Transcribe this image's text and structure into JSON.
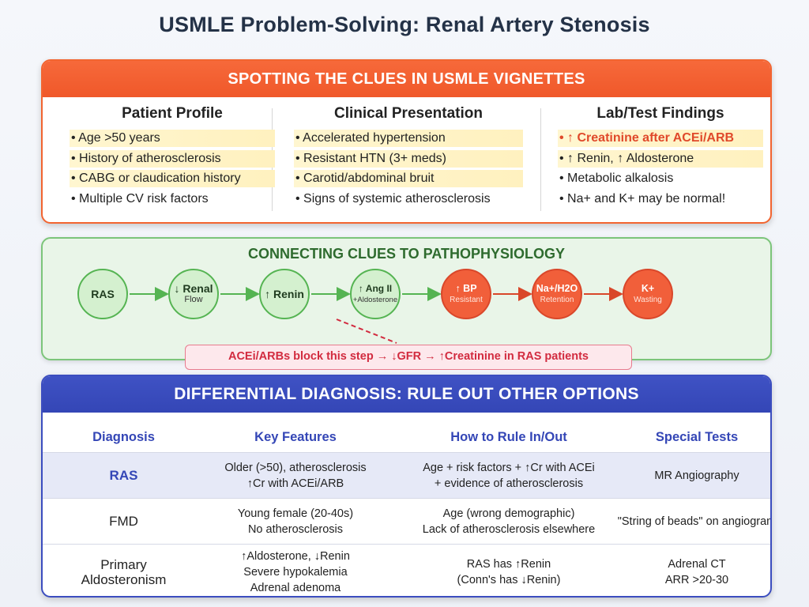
{
  "title": "USMLE Problem-Solving: Renal Artery Stenosis",
  "clues": {
    "header": "SPOTTING THE CLUES IN USMLE VIGNETTES",
    "columns": [
      {
        "heading": "Patient Profile",
        "items": [
          {
            "text": "• Age >50 years",
            "style": "highlight"
          },
          {
            "text": "• History of atherosclerosis",
            "style": "highlight"
          },
          {
            "text": "• CABG or claudication history",
            "style": "highlight"
          },
          {
            "text": "• Multiple CV risk factors",
            "style": "plain"
          }
        ]
      },
      {
        "heading": "Clinical Presentation",
        "items": [
          {
            "text": "• Accelerated hypertension",
            "style": "highlight"
          },
          {
            "text": "• Resistant HTN (3+ meds)",
            "style": "highlight"
          },
          {
            "text": "• Carotid/abdominal bruit",
            "style": "highlight"
          },
          {
            "text": "• Signs of systemic atherosclerosis",
            "style": "plain"
          }
        ]
      },
      {
        "heading": "Lab/Test Findings",
        "items": [
          {
            "text": "• ↑ Creatinine after ACEi/ARB",
            "style": "emphasis"
          },
          {
            "text": "• ↑ Renin, ↑ Aldosterone",
            "style": "highlight"
          },
          {
            "text": "• Metabolic alkalosis",
            "style": "plain"
          },
          {
            "text": "• Na+ and K+ may be normal!",
            "style": "plain"
          }
        ]
      }
    ]
  },
  "patho": {
    "header": "CONNECTING CLUES TO PATHOPHYSIOLOGY",
    "nodes": [
      {
        "label": "RAS",
        "sub": "",
        "color": "green"
      },
      {
        "label": "↓ Renal",
        "sub": "Flow",
        "color": "green"
      },
      {
        "label": "↑ Renin",
        "sub": "",
        "color": "green"
      },
      {
        "label": "↑ Ang II",
        "sub": "+Aldosterone",
        "color": "green"
      },
      {
        "label": "↑ BP",
        "sub": "Resistant",
        "color": "red"
      },
      {
        "label": "Na+/H2O",
        "sub": "Retention",
        "color": "red"
      },
      {
        "label": "K+",
        "sub": "Wasting",
        "color": "red"
      }
    ],
    "note": "ACEi/ARBs block this step → ↓GFR → ↑Creatinine in RAS patients",
    "colors": {
      "green_fill": "#d4f0cf",
      "green_stroke": "#55b452",
      "red_fill": "#f15f3a",
      "red_stroke": "#d9472a",
      "note_red": "#d22b3f"
    }
  },
  "ddx": {
    "header": "DIFFERENTIAL DIAGNOSIS: RULE OUT OTHER OPTIONS",
    "columns": [
      "Diagnosis",
      "Key Features",
      "How to Rule In/Out",
      "Special Tests"
    ],
    "rows": [
      {
        "diagnosis": [
          "RAS"
        ],
        "features": [
          "Older (>50), atherosclerosis",
          "↑Cr with ACEi/ARB"
        ],
        "rule": [
          "Age + risk factors + ↑Cr with ACEi",
          "+ evidence of atherosclerosis"
        ],
        "tests": [
          "MR Angiography"
        ]
      },
      {
        "diagnosis": [
          "FMD"
        ],
        "features": [
          "Young female (20-40s)",
          "No atherosclerosis"
        ],
        "rule": [
          "Age (wrong demographic)",
          "Lack of atherosclerosis elsewhere"
        ],
        "tests": [
          "\"String of beads\" on angiogram"
        ]
      },
      {
        "diagnosis": [
          "Primary",
          "Aldosteronism"
        ],
        "features": [
          "↑Aldosterone, ↓Renin",
          "Severe hypokalemia",
          "Adrenal adenoma"
        ],
        "rule": [
          "RAS has ↑Renin",
          "(Conn's has ↓Renin)"
        ],
        "tests": [
          "Adrenal CT",
          "ARR >20-30"
        ]
      }
    ],
    "accent": "#3446b6"
  }
}
